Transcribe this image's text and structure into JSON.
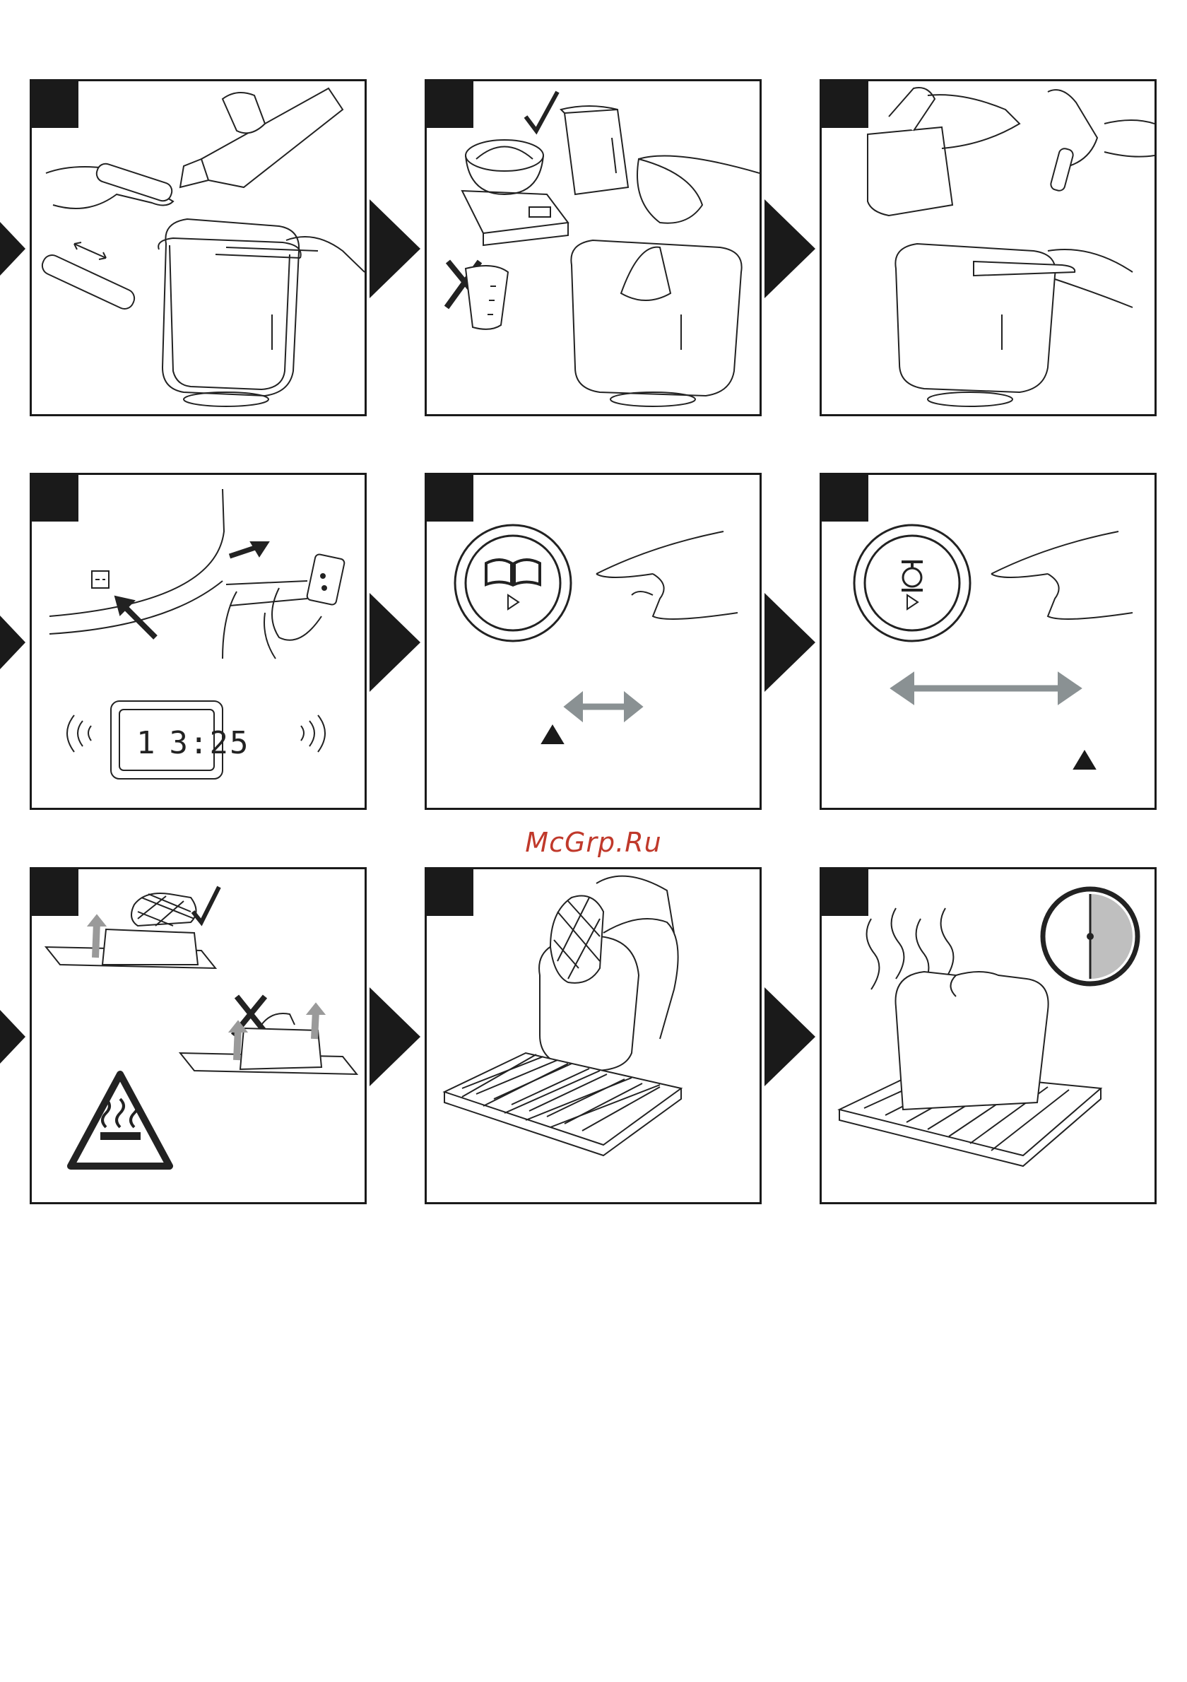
{
  "watermark": "McGrp.Ru",
  "display": {
    "digit": "1",
    "time": "3:25"
  },
  "icons": {
    "recipe_button": "book-icon",
    "weight_button": "scale-icon",
    "hot_warning": "hot-surface-warning-icon",
    "timer": "clock-icon"
  },
  "colors": {
    "ink": "#1a1a1a",
    "arrow_gray": "#8a9193",
    "watermark": "#c0392b",
    "clock_fill": "#bfbfbf"
  }
}
